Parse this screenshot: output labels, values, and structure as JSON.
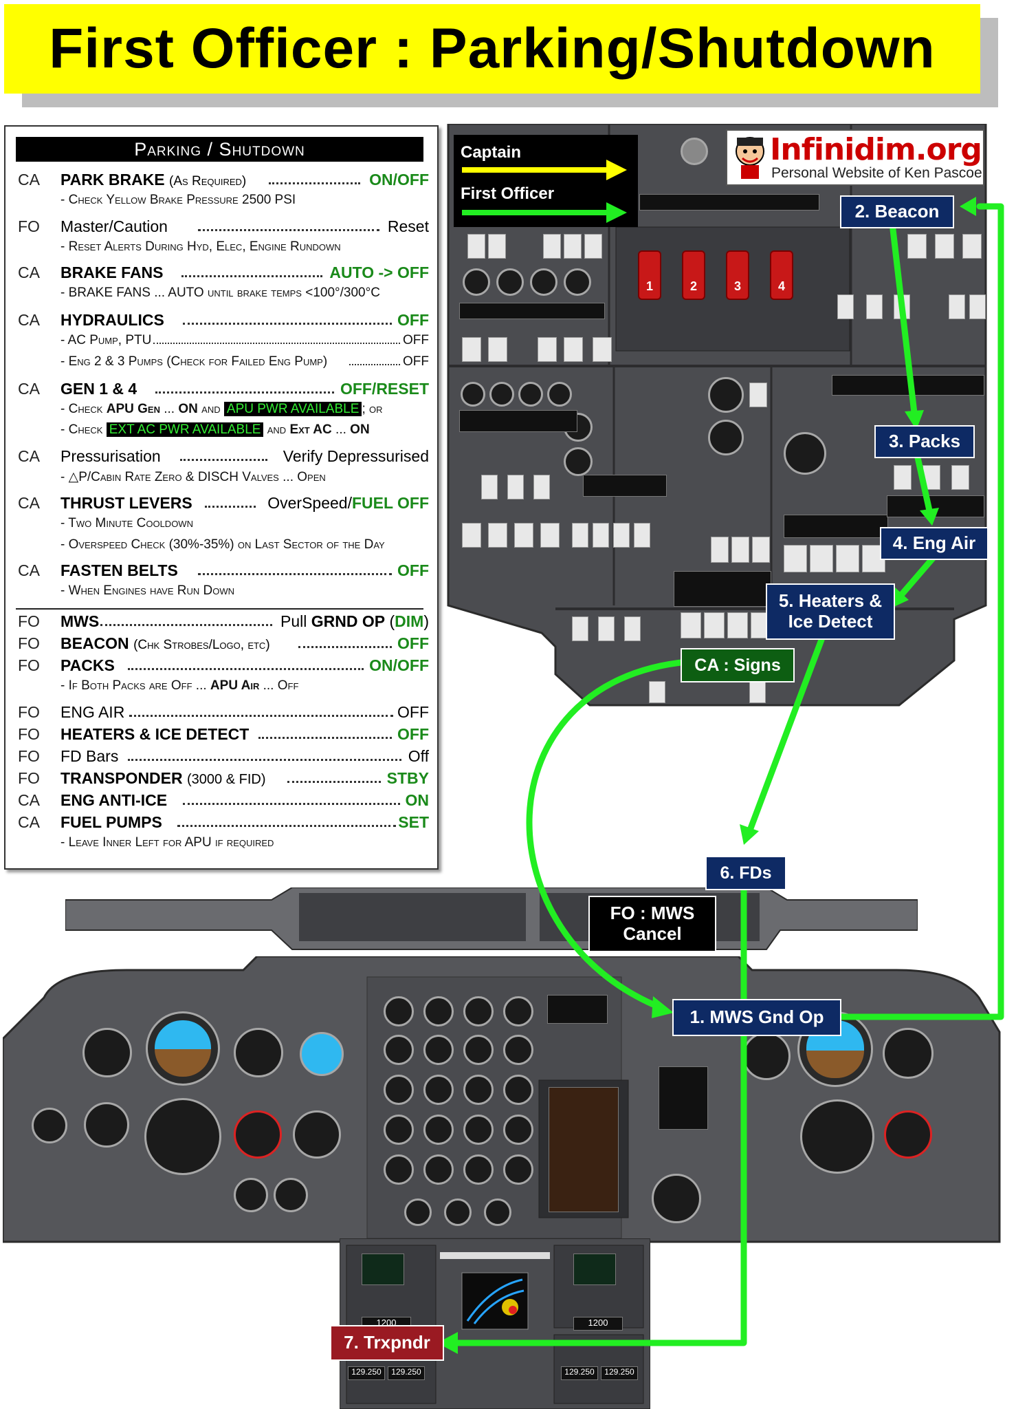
{
  "title": "First Officer : Parking/Shutdown",
  "checklist": {
    "header": "Parking / Shutdown",
    "rows": [
      {
        "who": "CA",
        "item": "PARK BRAKE",
        "note": "(As Required)",
        "value": "ON/OFF"
      },
      {
        "who": "FO",
        "item": "Master/Caution",
        "value": "Reset"
      },
      {
        "who": "CA",
        "item": "BRAKE FANS",
        "value": "AUTO -> OFF"
      },
      {
        "who": "CA",
        "item": "HYDRAULICS",
        "value": "OFF"
      },
      {
        "who": "CA",
        "item": "GEN 1 & 4",
        "value": "OFF/RESET"
      },
      {
        "who": "CA",
        "item": "Pressurisation",
        "value": "Verify Depressurised"
      },
      {
        "who": "CA",
        "item": "THRUST LEVERS",
        "value": "OverSpeed/",
        "value2": "FUEL OFF"
      },
      {
        "who": "CA",
        "item": "FASTEN BELTS",
        "value": "OFF"
      },
      {
        "who": "FO",
        "item": "MWS",
        "value": "Pull ",
        "value2": "GRND OP",
        "value3": " (",
        "value4": "DIM",
        "value5": ")"
      },
      {
        "who": "FO",
        "item": "BEACON",
        "note": "(Chk Strobes/Logo, etc)",
        "value": "OFF"
      },
      {
        "who": "FO",
        "item": "PACKS",
        "value": "ON/OFF"
      },
      {
        "who": "FO",
        "item": "ENG AIR",
        "value": "OFF"
      },
      {
        "who": "FO",
        "item": "HEATERS & ICE DETECT",
        "value": "OFF"
      },
      {
        "who": "FO",
        "item": "FD Bars",
        "value": "Off"
      },
      {
        "who": "FO",
        "item": "TRANSPONDER",
        "note": "(3000 & FID)",
        "value": "STBY"
      },
      {
        "who": "CA",
        "item": "ENG ANTI-ICE",
        "value": "ON"
      },
      {
        "who": "CA",
        "item": "FUEL PUMPS",
        "value": "SET"
      }
    ],
    "subs": {
      "park_brake": "- Check Yellow Brake Pressure 2500 PSI",
      "master_caution": "- Reset Alerts During Hyd, Elec, Engine Rundown",
      "brake_fans": "- BRAKE FANS ... AUTO until brake temps <100°/300°C",
      "hyd_1": "- AC Pump, PTU",
      "hyd_1_val": "OFF",
      "hyd_2": "- Eng 2 & 3 Pumps (Check for Failed Eng Pump)",
      "hyd_2_val": "OFF",
      "gen_1_a": "- Check ",
      "gen_1_b": "APU Gen",
      "gen_1_c": " ... ",
      "gen_1_d": "ON",
      "gen_1_e": " and ",
      "gen_1_f": "APU PWR AVAILABLE",
      "gen_1_g": "; or",
      "gen_2_a": "- Check ",
      "gen_2_b": "EXT AC PWR AVAILABLE",
      "gen_2_c": " and ",
      "gen_2_d": "Ext AC",
      "gen_2_e": " ... ",
      "gen_2_f": "ON",
      "press": "- △P/Cabin Rate Zero & DISCH Valves ... Open",
      "thrust_1": "- Two Minute Cooldown",
      "thrust_2": "- Overspeed Check (30%-35%) on Last Sector of the Day",
      "belts": "- When Engines have Run Down",
      "packs_a": "- If Both Packs are Off ... ",
      "packs_b": "APU Air",
      "packs_c": " ... Off",
      "fuel": "- Leave Inner Left for APU if required"
    }
  },
  "legend": {
    "captain": "Captain",
    "first_officer": "First Officer"
  },
  "logo": {
    "main": "Infinidim.org",
    "sub": "Personal Website of Ken Pascoe"
  },
  "callouts": {
    "mws": "1. MWS Gnd Op",
    "beacon": "2. Beacon",
    "packs": "3. Packs",
    "eng_air": "4. Eng Air",
    "heaters_1": "5. Heaters &",
    "heaters_2": "Ice Detect",
    "ca_signs": "CA : Signs",
    "fds": "6. FDs",
    "fo_mws_1": "FO : MWS",
    "fo_mws_2": "Cancel",
    "trxpndr": "7. Trxpndr"
  },
  "panel_labels": {
    "fire_1": "1",
    "fire_2": "2",
    "fire_3": "3",
    "fire_4": "4",
    "xpdr_left": "1200",
    "xpdr_right": "1200",
    "com_1a": "129.250",
    "com_1b": "129.250",
    "com_2a": "129.250",
    "com_2b": "129.250"
  },
  "colors": {
    "banner": "#ffff00",
    "arrow_green": "#22ee22",
    "captain_arrow": "#ffff00",
    "navy": "#0e2a64",
    "callout_green": "#0d5e12",
    "callout_red": "#9a1a22"
  }
}
